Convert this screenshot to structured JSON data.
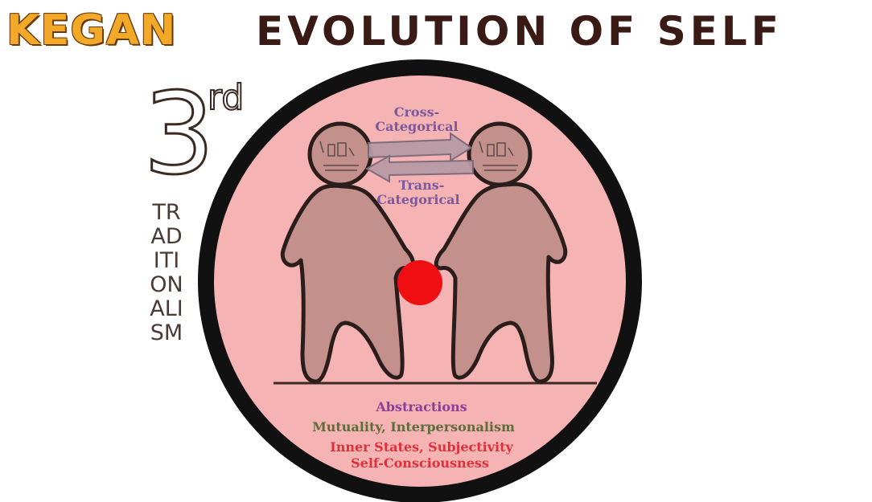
{
  "title": {
    "kegan": "KEGAN",
    "main": "EVOLUTION OF SELF"
  },
  "stage": {
    "number": "3",
    "suffix": "rd",
    "name": "TRADITIONALISM"
  },
  "arrows": {
    "top_line1": "Cross-",
    "top_line2": "Categorical",
    "bottom_line1": "Trans-",
    "bottom_line2": "Categorical"
  },
  "captions": {
    "line1": "Abstractions",
    "line2": "Mutuality, Interpersonalism",
    "line3": "Inner States, Subjectivity",
    "line4": "Self-Consciousness"
  },
  "colors": {
    "circle_fill": "#f5b3b3",
    "circle_border": "#111111",
    "figure_fill": "#c4908c",
    "figure_stroke": "#2a1d1b",
    "center_dot": "#ef0f12",
    "abstractions": "#8b3d9a",
    "mutuality": "#5d6e3a",
    "inner_states": "#e0303a",
    "arrow_text": "#7a5a9c",
    "kegan": "#f2a928",
    "title": "#3a1a14"
  }
}
